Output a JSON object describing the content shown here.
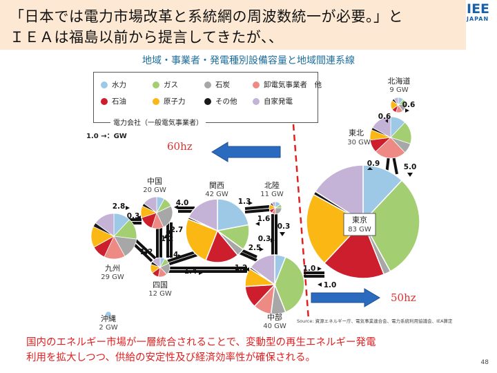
{
  "header": {
    "line1": "「日本では電力市場改革と系統網の周波数統一が必要。」と",
    "line2": "ＩＥＡは福島以前から提言してきたが、、",
    "logo_main": "IEE",
    "logo_sub": "JAPAN"
  },
  "subtitle": "地域・事業者・発電種別設備容量と地域間連系線",
  "legend": {
    "items": [
      {
        "label": "水力",
        "color": "#9ec9e6"
      },
      {
        "label": "ガス",
        "color": "#a3cf72"
      },
      {
        "label": "石炭",
        "color": "#a7a7a7"
      },
      {
        "label": "卸電気事業者　他",
        "color": "#ee8a84"
      },
      {
        "label": "石油",
        "color": "#cc1e2c"
      },
      {
        "label": "原子力",
        "color": "#fbb713"
      },
      {
        "label": "その他",
        "color": "#1a1a1a"
      },
      {
        "label": "自家発電",
        "color": "#c4b3d6"
      }
    ],
    "caption": "電力会社（一般電気事業者）"
  },
  "unit_note": "1.0 →：GW",
  "freq": {
    "west": "60hz",
    "east": "50hz"
  },
  "regions": [
    {
      "name": "北海道",
      "cap": "9 GW"
    },
    {
      "name": "東北",
      "cap": "30 GW"
    },
    {
      "name": "東京",
      "cap": "83 GW"
    },
    {
      "name": "中部",
      "cap": "40 GW"
    },
    {
      "name": "北陸",
      "cap": "11 GW"
    },
    {
      "name": "関西",
      "cap": "42 GW"
    },
    {
      "name": "中国",
      "cap": "20 GW"
    },
    {
      "name": "四国",
      "cap": "12 GW"
    },
    {
      "name": "九州",
      "cap": "29 GW"
    },
    {
      "name": "沖縄",
      "cap": "2 GW"
    }
  ],
  "links": [
    "0.6",
    "0.6",
    "0.9",
    "5.0",
    "1.0",
    "1.0",
    "4.0",
    "1.3",
    "1.6",
    "0.3",
    "0.3",
    "2.5",
    "1.2",
    "2.7",
    "1.2",
    "1.4",
    "1.4",
    "1.2",
    "2.8",
    "0.3"
  ],
  "pie_values": {
    "hokkaido": [
      0.12,
      0.1,
      0.18,
      0.15,
      0.1,
      0.2,
      0.05,
      0.1
    ],
    "tohoku": [
      0.12,
      0.18,
      0.08,
      0.25,
      0.1,
      0.08,
      0.02,
      0.17
    ],
    "tokyo": [
      0.12,
      0.3,
      0.02,
      0.0,
      0.18,
      0.21,
      0.01,
      0.16
    ],
    "chubu": [
      0.06,
      0.38,
      0.08,
      0.1,
      0.12,
      0.1,
      0.01,
      0.15
    ],
    "hokuriku": [
      0.15,
      0.1,
      0.25,
      0.1,
      0.1,
      0.15,
      0.05,
      0.1
    ],
    "kansai": [
      0.22,
      0.13,
      0.04,
      0.0,
      0.17,
      0.25,
      0.01,
      0.18
    ],
    "chugoku": [
      0.08,
      0.1,
      0.25,
      0.12,
      0.15,
      0.12,
      0.03,
      0.15
    ],
    "shikoku": [
      0.08,
      0.1,
      0.2,
      0.15,
      0.12,
      0.15,
      0.05,
      0.15
    ],
    "kyushu": [
      0.12,
      0.15,
      0.15,
      0.15,
      0.1,
      0.15,
      0.03,
      0.15
    ]
  },
  "source": "Source: 資源エネルギー庁、電気事業連合会、電力系統利用協議会、IEA算定",
  "bottom": {
    "line1": "国内のエネルギー市場が一層統合されることで、変動型の再生エネルギー発電",
    "line2": "利用を拡大しつつ、供給の安定性及び経済効率性が確保される。"
  },
  "page": "48"
}
